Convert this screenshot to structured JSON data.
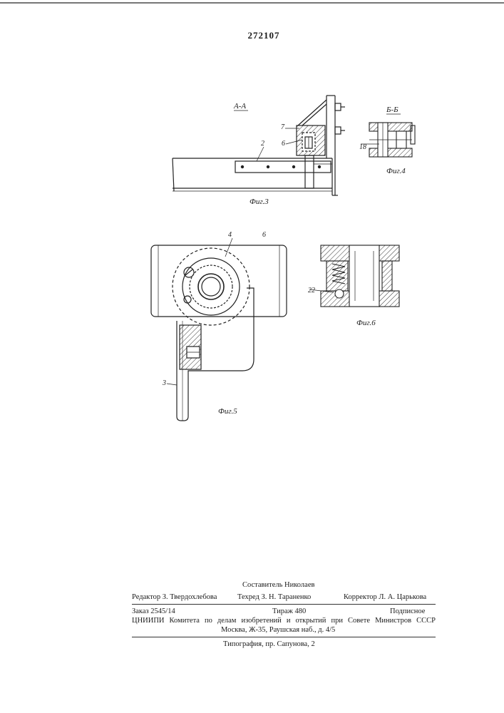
{
  "patent_number": "272107",
  "figures": {
    "fig3": {
      "caption": "Фиг.3",
      "section": "А-А",
      "labels": [
        "2",
        "7",
        "6"
      ]
    },
    "fig4": {
      "caption": "Фиг.4",
      "section": "Б-Б",
      "labels": [
        "18"
      ]
    },
    "fig5": {
      "caption": "Фиг.5",
      "labels": [
        "4",
        "6",
        "3"
      ]
    },
    "fig6": {
      "caption": "Фиг.6",
      "labels": [
        "22"
      ]
    }
  },
  "imprint": {
    "compiler": "Составитель Николаев",
    "editor": "Редактор З. Твердохлебова",
    "techeditor": "Техред З. Н. Тараненко",
    "corrector": "Корректор Л. А. Царькова",
    "order": "Заказ 2545/14",
    "circulation": "Тираж 480",
    "subscription": "Подписное",
    "institute": "ЦНИИПИ Комитета по делам изобретений и открытий при Совете Министров СССР",
    "address": "Москва, Ж-35, Раушская наб., д. 4/5",
    "printer": "Типография, пр. Сапунова, 2"
  }
}
